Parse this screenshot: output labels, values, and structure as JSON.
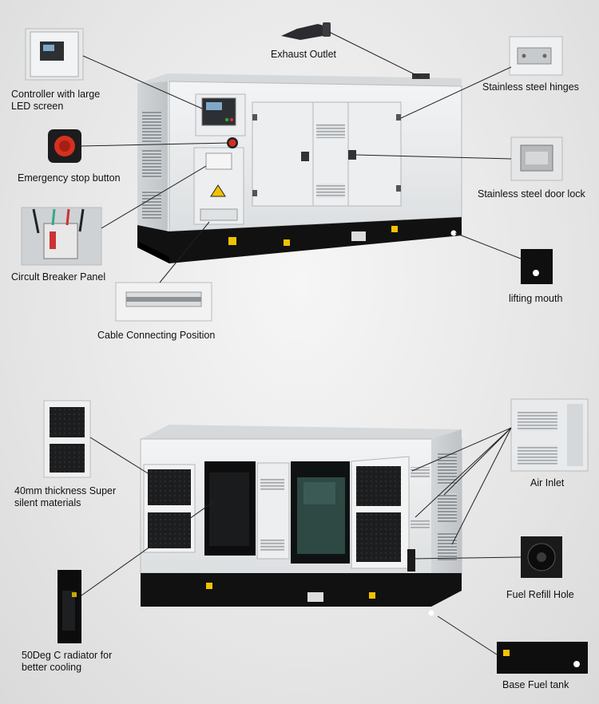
{
  "labels": {
    "controller": [
      "Controller with large",
      "LED screen"
    ],
    "exhaust_outlet": "Exhaust Outlet",
    "stainless_hinges": "Stainless steel hinges",
    "emergency_stop": "Emergency stop button",
    "door_lock": "Stainless steel door lock",
    "circuit_breaker": "Circult Breaker Panel",
    "lifting_mouth": "lifting mouth",
    "cable_position": "Cable Connecting Position",
    "silent_materials": [
      "40mm thickness Super",
      "silent materials"
    ],
    "air_inlet": "Air Inlet",
    "fuel_refill": "Fuel Refill Hole",
    "radiator": [
      "50Deg C radiator for",
      "better cooling"
    ],
    "fuel_tank": "Base Fuel tank"
  },
  "colors": {
    "canopy": "#e9ebec",
    "base": "#111111",
    "warning": "#f2c200",
    "estop": "#d6301f",
    "leader": "#222222"
  }
}
